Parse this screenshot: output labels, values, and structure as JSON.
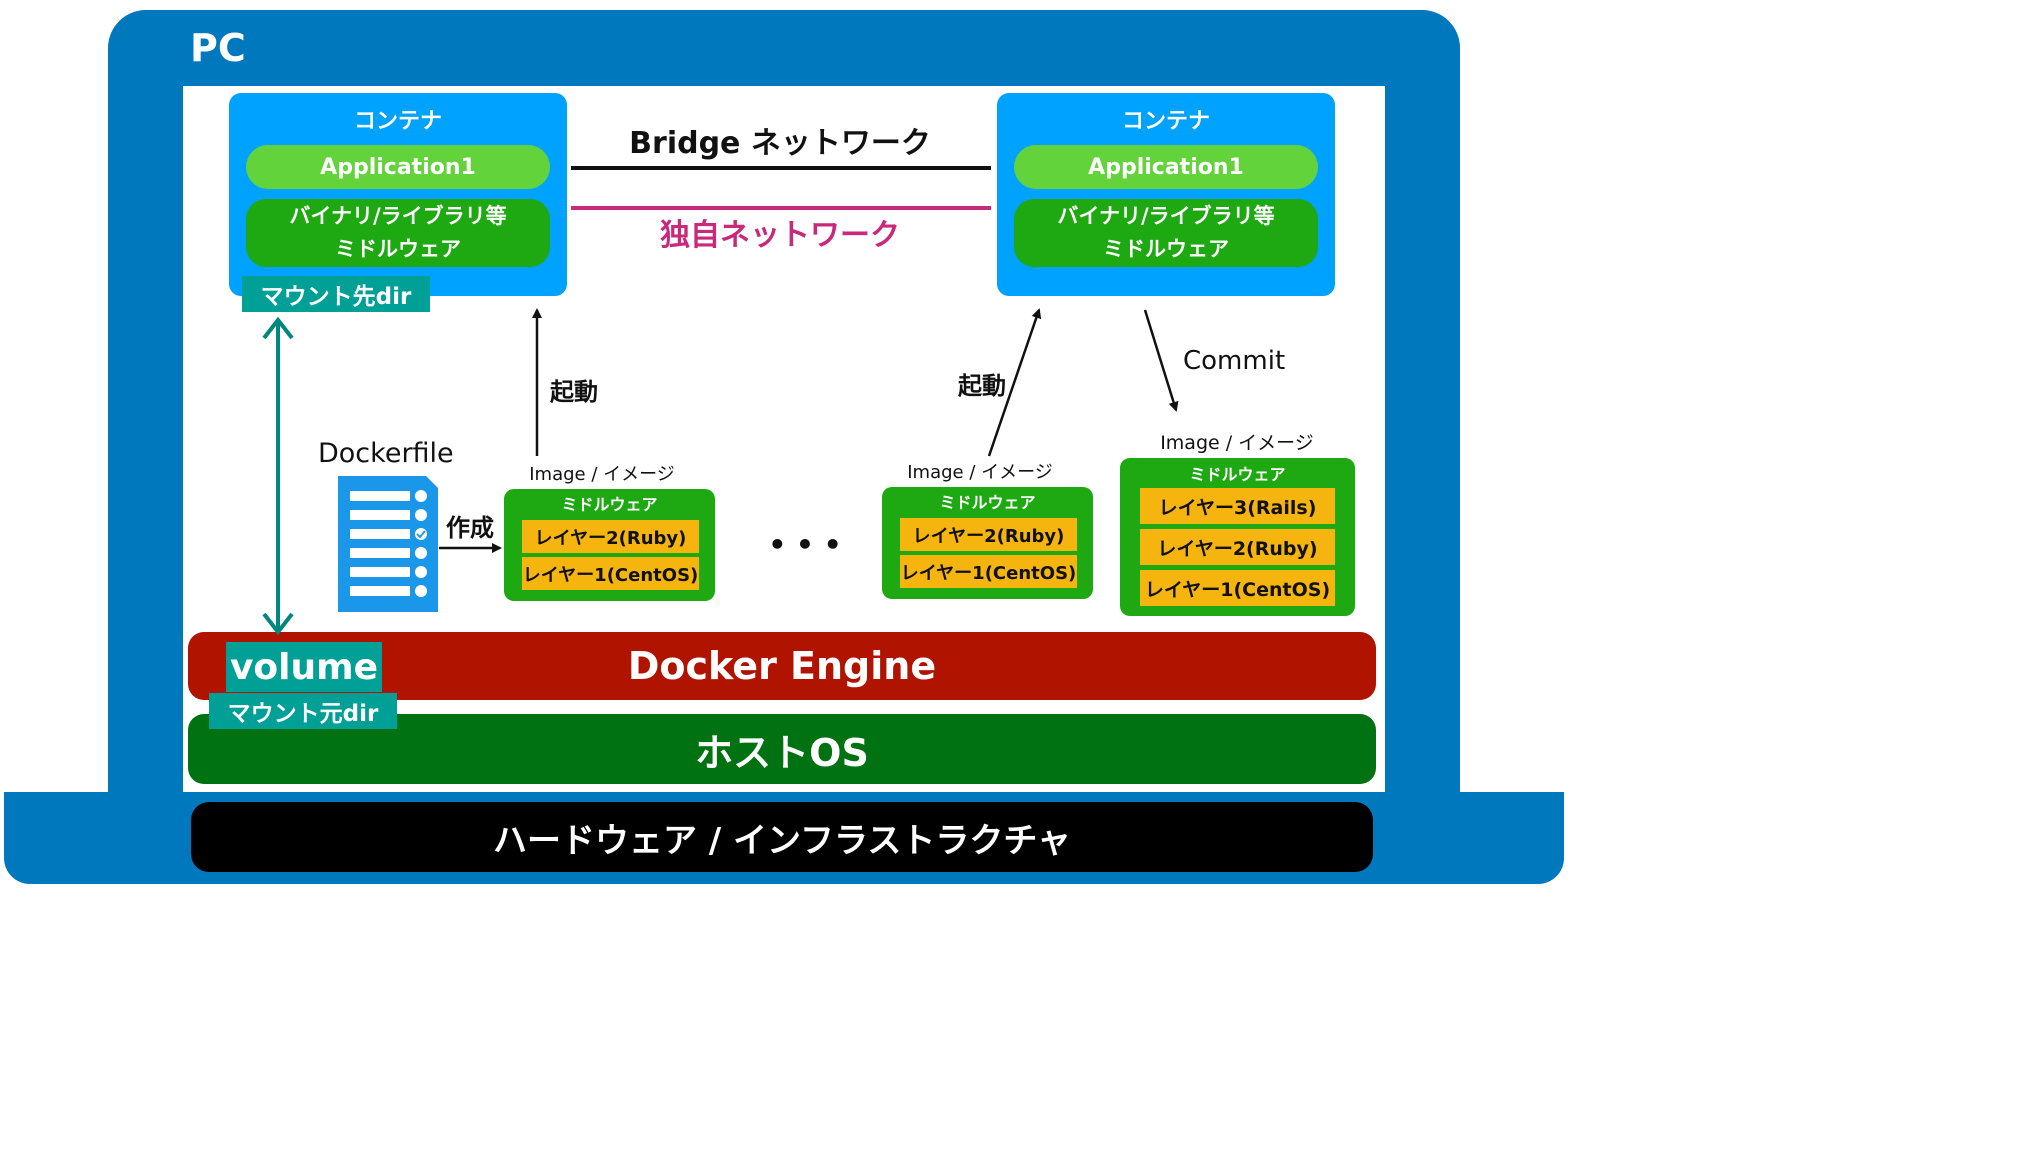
{
  "pc": {
    "label": "PC"
  },
  "hardware": {
    "label": "ハードウェア / インフラストラクチャ"
  },
  "host_os": {
    "label": "ホストOS"
  },
  "docker_engine": {
    "label": "Docker Engine"
  },
  "volume": {
    "label": "volume",
    "mount_source": "マウント元dir"
  },
  "containers": [
    {
      "title": "コンテナ",
      "app": "Application1",
      "libs_line1": "バイナリ/ライブラリ等",
      "libs_line2": "ミドルウェア",
      "mount_target": "マウント先dir"
    },
    {
      "title": "コンテナ",
      "app": "Application1",
      "libs_line1": "バイナリ/ライブラリ等",
      "libs_line2": "ミドルウェア"
    }
  ],
  "networks": {
    "bridge": "Bridge ネットワーク",
    "custom": "独自ネットワーク",
    "custom_color": "#c8297b"
  },
  "dockerfile": {
    "label": "Dockerfile",
    "action": "作成"
  },
  "start_label": "起動",
  "commit_label": "Commit",
  "ellipsis": "• • •",
  "images": [
    {
      "caption": "Image / イメージ",
      "title": "ミドルウェア",
      "layers": [
        "レイヤー2(Ruby)",
        "レイヤー1(CentOS)"
      ]
    },
    {
      "caption": "Image / イメージ",
      "title": "ミドルウェア",
      "layers": [
        "レイヤー2(Ruby)",
        "レイヤー1(CentOS)"
      ]
    },
    {
      "caption": "Image / イメージ",
      "title": "ミドルウェア",
      "layers": [
        "レイヤー3(Rails)",
        "レイヤー2(Ruby)",
        "レイヤー1(CentOS)"
      ]
    }
  ],
  "colors": {
    "frame": "#0078be",
    "container": "#00a2ff",
    "application": "#62d33a",
    "libraries": "#1ea811",
    "layer": "#f6b50e",
    "engine": "#b01400",
    "host": "#007211",
    "volume": "#00a097",
    "dockerfile_icon": "#1a97e8"
  }
}
